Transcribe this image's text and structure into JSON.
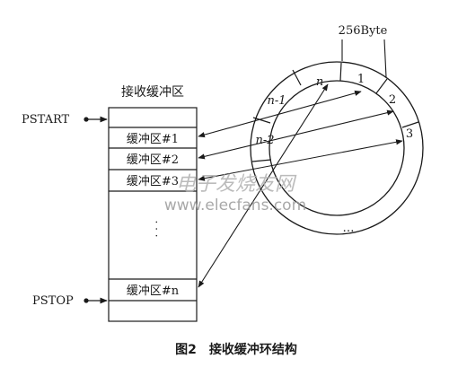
{
  "diagram": {
    "buffer_title": "接收缓冲区",
    "pstart_label": "PSTART",
    "pstop_label": "PSTOP",
    "buffer_slots": {
      "slot1": "缓冲区#1",
      "slot2": "缓冲区#2",
      "slot3": "缓冲区#3",
      "slotn": "缓冲区#n",
      "vertical_dots": "·  ·  ·"
    },
    "ring": {
      "size_label": "256Byte",
      "segment_n": "n",
      "segment_n_minus_1": "n-1",
      "segment_n_minus_2": "n-2",
      "segment_1": "1",
      "segment_2": "2",
      "segment_3": "3",
      "ellipsis": "…"
    },
    "caption": "图2　接收缓冲环结构"
  },
  "watermark": {
    "cn": "电子发烧友网",
    "url": "www.elecfans.com"
  },
  "colors": {
    "line": "#1a1a1a",
    "watermark": "#9a9a9a"
  }
}
